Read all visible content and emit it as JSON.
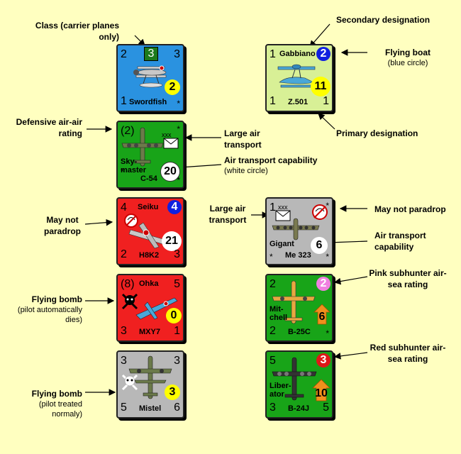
{
  "colors": {
    "background": "#ffffc0",
    "blue_counter": "#2a92e0",
    "light_green_counter": "#d8f096",
    "green_counter": "#18a418",
    "red_counter": "#f02020",
    "gray_counter": "#b8b8b8",
    "blue_circle": "#1020e0",
    "yellow_circle": "#ffff00",
    "white_circle": "#ffffff",
    "pink_circle": "#f080e0",
    "red_circle": "#e01818",
    "orange_arrow": "#f0901c"
  },
  "labels": {
    "class": "Class (carrier planes only)",
    "secondary_designation": "Secondary designation",
    "flying_boat": "Flying boat",
    "flying_boat_sub": "(blue circle)",
    "defensive": "Defensive air-air rating",
    "large_air_transport_1": "Large air transport",
    "air_transport_capability": "Air transport capability",
    "air_transport_capability_sub": "(white circle)",
    "primary_designation": "Primary designation",
    "may_not_paradrop_left": "May not paradrop",
    "large_air_transport_2": "Large air transport",
    "may_not_paradrop_right": "May not paradrop",
    "air_transport_capability_2": "Air transport capability",
    "pink_subhunter": "Pink subhunter air-sea rating",
    "flying_bomb_1": "Flying bomb",
    "flying_bomb_1_sub": "(pilot automatically dies)",
    "red_subhunter": "Red subhunter air-sea rating",
    "flying_bomb_2": "Flying bomb",
    "flying_bomb_2_sub": "(pilot treated normaly)"
  },
  "counters": {
    "swordfish": {
      "tl": "2",
      "class": "3",
      "tr": "3",
      "bl": "1",
      "circle": "2",
      "name": "Swordfish",
      "star": "*"
    },
    "gabbiano": {
      "tl": "1",
      "secondary": "Gabbiano",
      "circle_top": "2",
      "bl": "1",
      "circle": "11",
      "name": "Z.501",
      "br": "1"
    },
    "skymaster": {
      "tl": "(2)",
      "star_tr": "*",
      "xxx": "xxx",
      "secondary": "Sky-master",
      "star_bl": "*",
      "name": "C-54",
      "circle": "20",
      "star_br": "*"
    },
    "seiku": {
      "tl": "4",
      "secondary": "Seiku",
      "circle_top": "4",
      "circle": "21",
      "bl": "2",
      "name": "H8K2",
      "br": "3"
    },
    "gigant": {
      "tl": "1",
      "xxx": "xxx",
      "star_tr": "*",
      "secondary": "Gigant",
      "circle": "6",
      "star_bl": "*",
      "name": "Me 323",
      "star_br": "*"
    },
    "ohka": {
      "tl": "(8)",
      "secondary": "Ohka",
      "tr": "5",
      "circle": "0",
      "bl": "3",
      "name": "MXY7",
      "br": "1"
    },
    "mitchell": {
      "tl": "2",
      "circle_top": "2",
      "secondary": "Mit-chell",
      "arrow_value": "6",
      "bl": "2",
      "name": "B-25C",
      "star": "*"
    },
    "mistel": {
      "tl": "3",
      "tr": "3",
      "circle": "3",
      "bl": "5",
      "name": "Mistel",
      "br": "6"
    },
    "liberator": {
      "tl": "5",
      "circle_top": "3",
      "secondary": "Liber-ator",
      "arrow_value": "10",
      "bl": "3",
      "name": "B-24J",
      "br": "5"
    }
  },
  "icons": {
    "envelope": "envelope-icon",
    "no_parachute": "no-parachute-icon",
    "skull": "skull-crossbones-icon",
    "orange_arrow": "up-arrow-icon"
  }
}
